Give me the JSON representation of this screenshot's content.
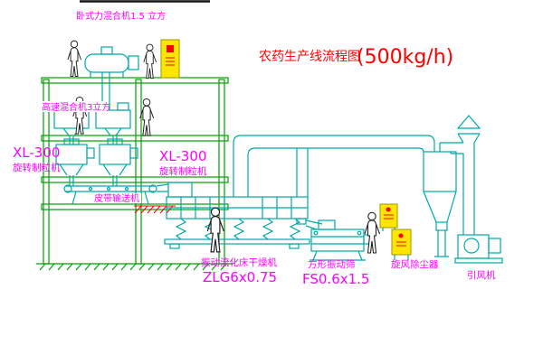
{
  "title": {
    "name": "农药生产线流程图",
    "capacity": "(500kg/h)"
  },
  "labels": {
    "horizontal_mixer": "卧式力混合机1.5 立方",
    "high_speed_mixer": "高速混合机3立方",
    "granulator_left": {
      "model": "XL-300",
      "name": "旋转制粒机"
    },
    "granulator_right": {
      "model": "XL-300",
      "name": "旋转制粒机"
    },
    "belt_conveyor": "皮带输送机",
    "fluid_bed_dryer": {
      "name": "振动流化床干燥机",
      "model": "ZLG6x0.75"
    },
    "vibrating_screen": {
      "name": "方形振动筛",
      "model": "FS0.6x1.5"
    },
    "cyclone": "旋风除尘器",
    "fan": "引风机"
  },
  "colors": {
    "structure_green": "#00A000",
    "equipment_cyan": "#00A8A8",
    "label_magenta": "#FF00FF",
    "title_red": "#FF0000",
    "cabinet_yellow": "#FFE600",
    "hatch_red": "#FF0000",
    "background": "#FFFFFF"
  }
}
